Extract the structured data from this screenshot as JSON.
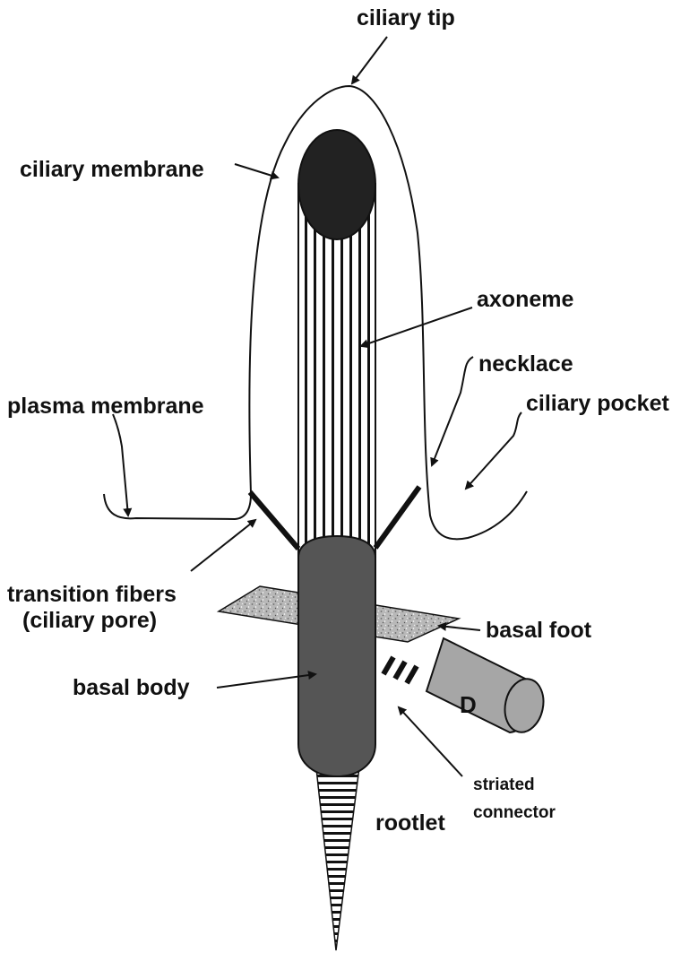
{
  "labels": {
    "ciliary_tip": "ciliary tip",
    "ciliary_membrane": "ciliary membrane",
    "axoneme": "axoneme",
    "necklace": "necklace",
    "plasma_membrane": "plasma membrane",
    "ciliary_pocket": "ciliary pocket",
    "transition_fibers_line1": "transition fibers",
    "transition_fibers_line2": "(ciliary pore)",
    "basal_foot": "basal foot",
    "basal_body": "basal body",
    "daughter_centriole": "D",
    "striated_connector_line1": "striated",
    "striated_connector_line2": "connector",
    "rootlet": "rootlet"
  },
  "colors": {
    "outline": "#111111",
    "axoneme_bg": "#ffffff",
    "tip_cap": "#222222",
    "basal_body": "#555555",
    "basal_foot": "#b8b8b8",
    "daughter_centriole": "#a6a6a6"
  }
}
